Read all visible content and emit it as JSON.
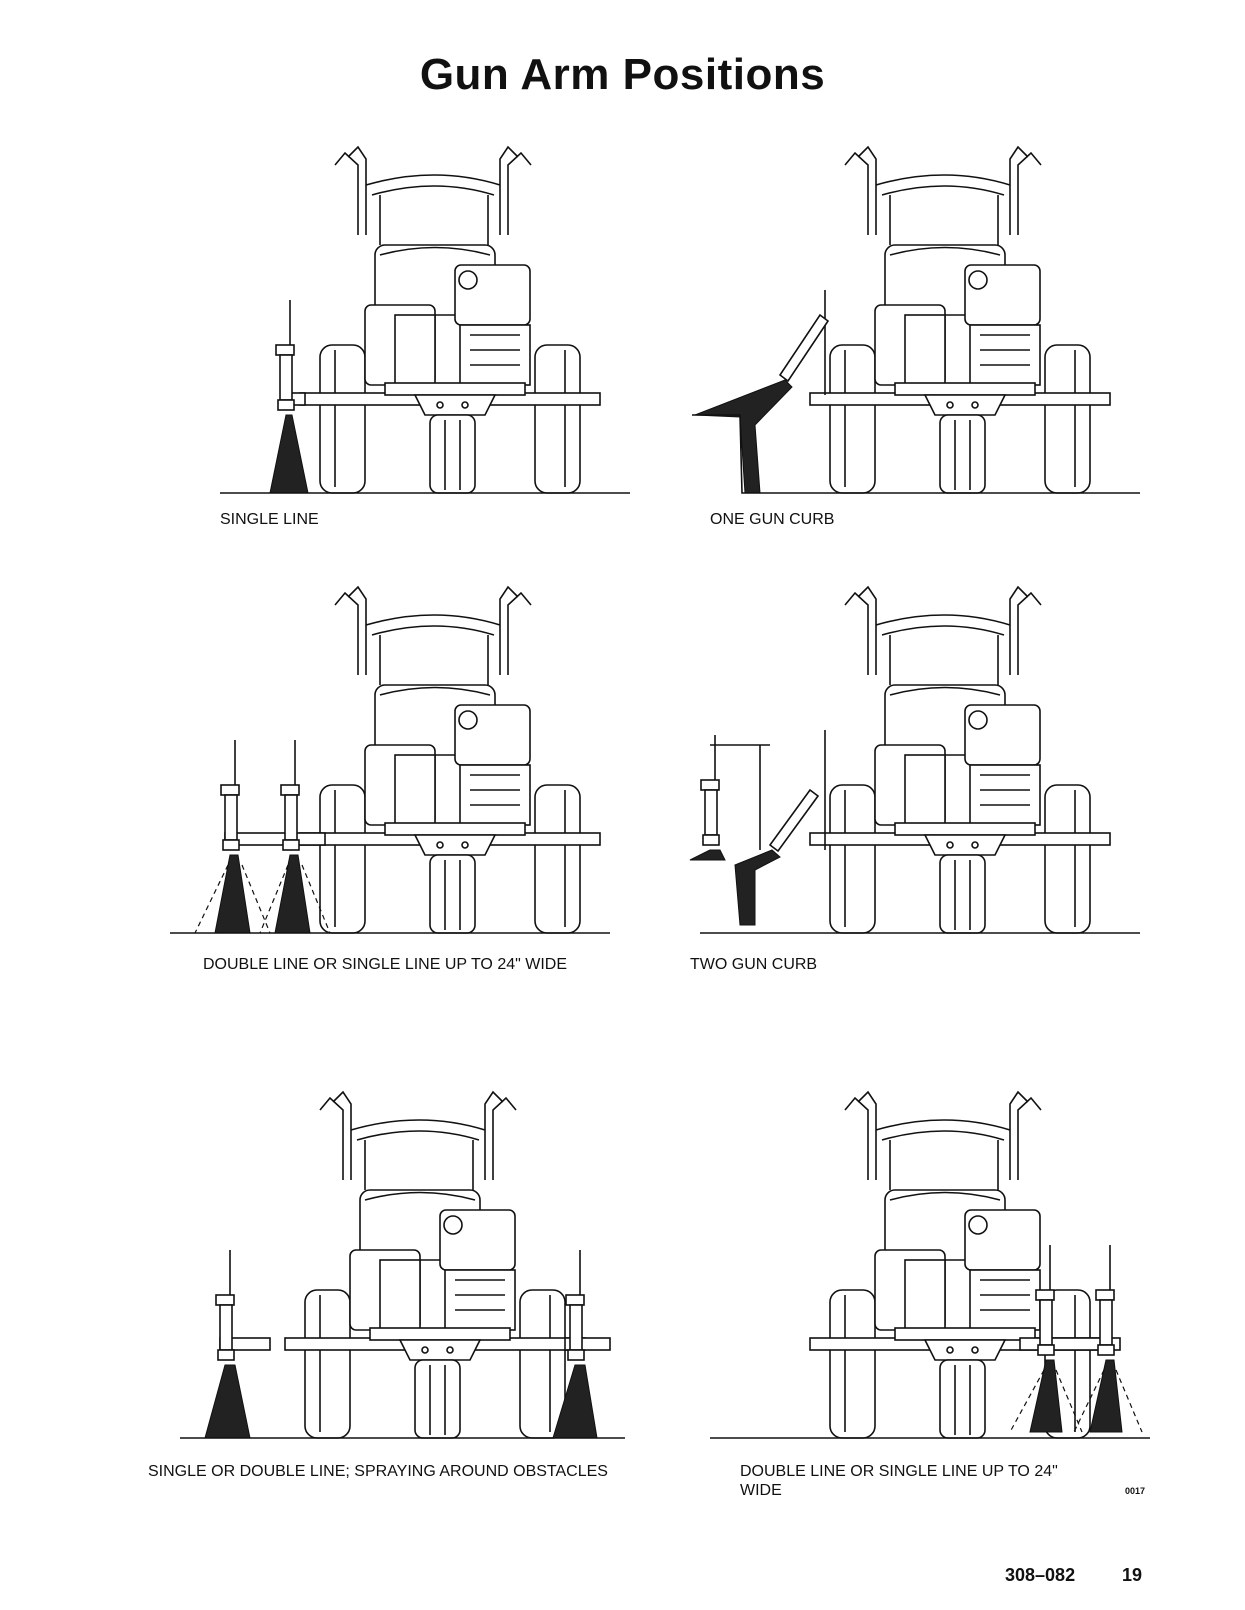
{
  "header": {
    "title": "Gun Arm Positions"
  },
  "panels": [
    {
      "caption": "SINGLE LINE"
    },
    {
      "caption": "ONE GUN CURB"
    },
    {
      "caption": "DOUBLE LINE OR SINGLE LINE UP TO 24\" WIDE"
    },
    {
      "caption": "TWO GUN CURB"
    },
    {
      "caption": "SINGLE OR DOUBLE LINE; SPRAYING AROUND OBSTACLES"
    },
    {
      "caption": "DOUBLE LINE OR SINGLE LINE UP TO 24\"\nWIDE"
    }
  ],
  "figure_id": "0017",
  "footer": {
    "doc_number": "308–082",
    "page_number": "19"
  }
}
